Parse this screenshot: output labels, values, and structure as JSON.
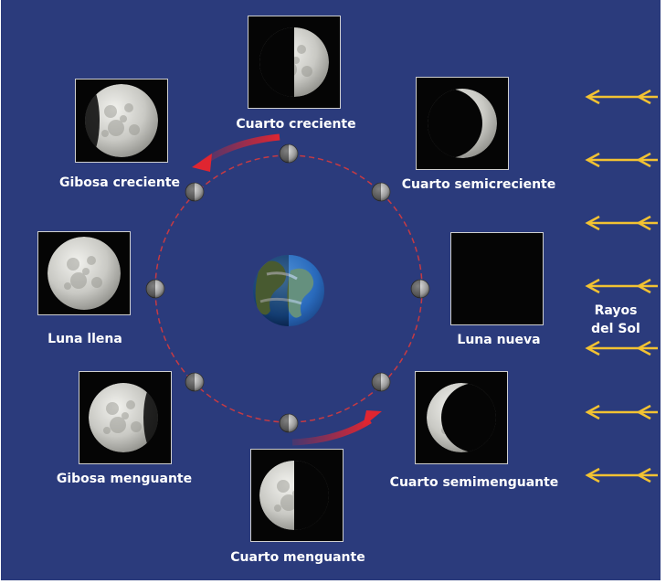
{
  "phases": [
    {
      "key": "cuarto_creciente",
      "label": "Cuarto creciente"
    },
    {
      "key": "cuarto_semicreciente",
      "label": "Cuarto semicreciente"
    },
    {
      "key": "gibosa_creciente",
      "label": "Gibosa creciente"
    },
    {
      "key": "luna_llena",
      "label": "Luna llena"
    },
    {
      "key": "luna_nueva",
      "label": "Luna nueva"
    },
    {
      "key": "gibosa_menguante",
      "label": "Gibosa menguante"
    },
    {
      "key": "cuarto_semimenguante",
      "label": "Cuarto semimenguante"
    },
    {
      "key": "cuarto_menguante",
      "label": "Cuarto menguante"
    }
  ],
  "sun_rays": {
    "line1": "Rayos",
    "line2": "del Sol"
  },
  "colors": {
    "background": "#2b3b7c",
    "orbit": "#c63a43",
    "arrow": "#e02530",
    "sun_ray": "#f2c232",
    "label": "#ffffff",
    "photo_frame": "#cfcfcf"
  },
  "icons": [
    "earth-icon",
    "moon-icon",
    "sun-ray-arrow-icon",
    "orbit-direction-arrow-icon"
  ]
}
